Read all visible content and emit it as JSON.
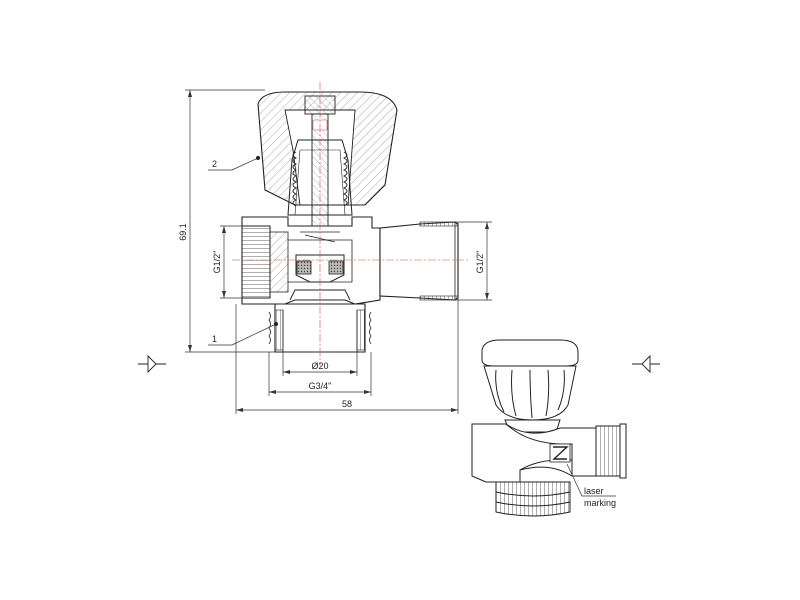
{
  "callouts": {
    "part_1": "1",
    "part_2": "2"
  },
  "dimensions": {
    "height": "69.1",
    "width": "58",
    "inlet_thread": "G1/2\"",
    "outlet_thread": "G1/2\"",
    "bore": "Ø20",
    "bottom_thread": "G3/4\""
  },
  "annotation": {
    "line1": "laser",
    "line2": "marking"
  },
  "colors": {
    "line": "#222222",
    "centerline": "#dd4444",
    "hatch": "#777777",
    "seal": "#555555"
  },
  "icons": [
    "view-arrow-left-icon",
    "view-arrow-right-icon",
    "brand-logo-icon"
  ]
}
